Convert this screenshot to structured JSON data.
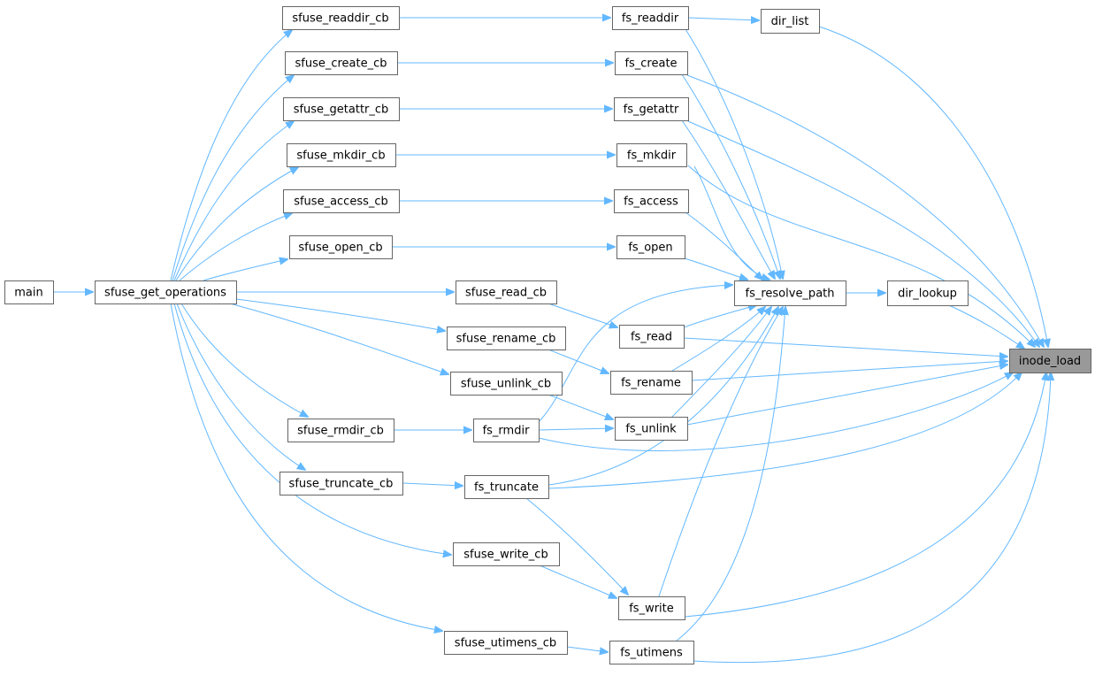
{
  "nodes": [
    {
      "id": "main",
      "label": "main"
    },
    {
      "id": "sfuse_get_operations",
      "label": "sfuse_get_operations"
    },
    {
      "id": "sfuse_readdir_cb",
      "label": "sfuse_readdir_cb"
    },
    {
      "id": "sfuse_create_cb",
      "label": "sfuse_create_cb"
    },
    {
      "id": "sfuse_getattr_cb",
      "label": "sfuse_getattr_cb"
    },
    {
      "id": "sfuse_mkdir_cb",
      "label": "sfuse_mkdir_cb"
    },
    {
      "id": "sfuse_access_cb",
      "label": "sfuse_access_cb"
    },
    {
      "id": "sfuse_open_cb",
      "label": "sfuse_open_cb"
    },
    {
      "id": "sfuse_read_cb",
      "label": "sfuse_read_cb"
    },
    {
      "id": "sfuse_rename_cb",
      "label": "sfuse_rename_cb"
    },
    {
      "id": "sfuse_unlink_cb",
      "label": "sfuse_unlink_cb"
    },
    {
      "id": "sfuse_rmdir_cb",
      "label": "sfuse_rmdir_cb"
    },
    {
      "id": "sfuse_truncate_cb",
      "label": "sfuse_truncate_cb"
    },
    {
      "id": "sfuse_write_cb",
      "label": "sfuse_write_cb"
    },
    {
      "id": "sfuse_utimens_cb",
      "label": "sfuse_utimens_cb"
    },
    {
      "id": "fs_readdir",
      "label": "fs_readdir"
    },
    {
      "id": "fs_create",
      "label": "fs_create"
    },
    {
      "id": "fs_getattr",
      "label": "fs_getattr"
    },
    {
      "id": "fs_mkdir",
      "label": "fs_mkdir"
    },
    {
      "id": "fs_access",
      "label": "fs_access"
    },
    {
      "id": "fs_open",
      "label": "fs_open"
    },
    {
      "id": "fs_read",
      "label": "fs_read"
    },
    {
      "id": "fs_rename",
      "label": "fs_rename"
    },
    {
      "id": "fs_unlink",
      "label": "fs_unlink"
    },
    {
      "id": "fs_rmdir",
      "label": "fs_rmdir"
    },
    {
      "id": "fs_truncate",
      "label": "fs_truncate"
    },
    {
      "id": "fs_write",
      "label": "fs_write"
    },
    {
      "id": "fs_utimens",
      "label": "fs_utimens"
    },
    {
      "id": "dir_list",
      "label": "dir_list"
    },
    {
      "id": "fs_resolve_path",
      "label": "fs_resolve_path"
    },
    {
      "id": "dir_lookup",
      "label": "dir_lookup"
    },
    {
      "id": "inode_load",
      "label": "inode_load"
    }
  ],
  "focus_node": "inode_load",
  "colors": {
    "edge": "#63b8ff",
    "node_border": "#666666",
    "node_fill": "#ffffff",
    "focus_fill": "#999999",
    "text": "#000000"
  }
}
